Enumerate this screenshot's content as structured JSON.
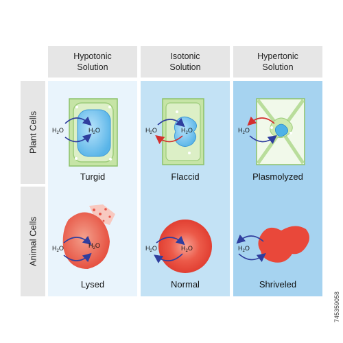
{
  "columns": [
    {
      "label": "Hypotonic\nSolution"
    },
    {
      "label": "Isotonic\nSolution"
    },
    {
      "label": "Hypertonic\nSolution"
    }
  ],
  "rows": [
    {
      "label": "Plant Cells"
    },
    {
      "label": "Animal Cells"
    }
  ],
  "cells": {
    "plant": [
      "Turgid",
      "Flaccid",
      "Plasmolyzed"
    ],
    "animal": [
      "Lysed",
      "Normal",
      "Shriveled"
    ]
  },
  "water_label": "H2O",
  "stock_id": "745359058",
  "colors": {
    "hypotonic_bg": "#e9f4fc",
    "isotonic_bg": "#c3e2f5",
    "hypertonic_bg": "#a6d3f0",
    "plant_green": "#c6e4a6",
    "vacuole_blue": "#7cc6ef",
    "animal_red": "#e84a3c",
    "arrow_in": "#2f3e9e",
    "arrow_out": "#d32f2f"
  }
}
